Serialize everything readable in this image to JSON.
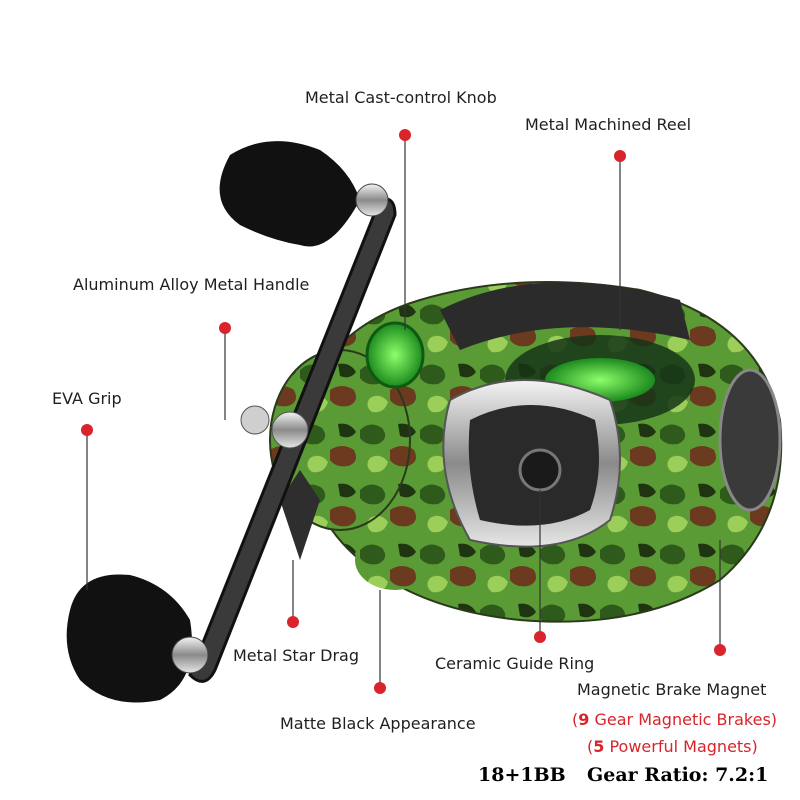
{
  "labels": {
    "cast_knob": "Metal Cast-control Knob",
    "machined_reel": "Metal Machined  Reel",
    "handle": "Aluminum Alloy Metal Handle",
    "eva_grip": "EVA Grip",
    "star_drag": "Metal Star Drag",
    "guide_ring": "Ceramic Guide Ring",
    "brake_magnet": "Magnetic Brake Magnet",
    "matte_black": "Matte Black Appearance",
    "gear_brakes_num": "9",
    "gear_brakes_text": " Gear Magnetic Brakes)",
    "magnets_num": "5",
    "magnets_text": " Powerful Magnets)"
  },
  "specs": {
    "bearings": "18+1BB",
    "gear_ratio": "Gear Ratio: 7.2:1"
  },
  "colors": {
    "dot": "#d8242a",
    "camo_green": "#4a8a2a",
    "accent_green": "#35d43a"
  }
}
